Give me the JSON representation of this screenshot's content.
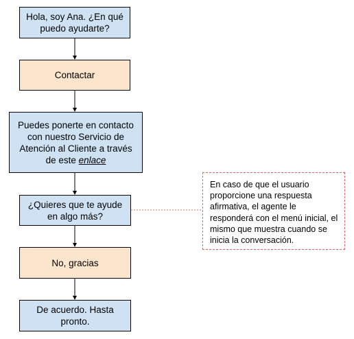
{
  "nodes": [
    {
      "id": "greeting",
      "text": "Hola, soy Ana. ¿En qué puedo ayudarte?",
      "color": "#cfe2f3"
    },
    {
      "id": "contact",
      "text": "Contactar",
      "color": "#fce5cd"
    },
    {
      "id": "info",
      "text_before_link": "Puedes ponerte en contacto con nuestro Servicio de Atención al Cliente a través de este ",
      "link_text": "enlace",
      "color": "#cfe2f3"
    },
    {
      "id": "more_help",
      "text": "¿Quieres que te ayude en algo más?",
      "color": "#cfe2f3"
    },
    {
      "id": "no_thanks",
      "text": "No, gracias",
      "color": "#fce5cd"
    },
    {
      "id": "goodbye",
      "text": "De acuerdo. Hasta pronto.",
      "color": "#cfe2f3"
    }
  ],
  "note": {
    "text": "En caso de que el usuario proporcione una respuesta afirmativa, el agente le responderá con el menú inicial, el mismo que muestra cuando se inicia la conversación.",
    "border_color": "#e06666"
  }
}
